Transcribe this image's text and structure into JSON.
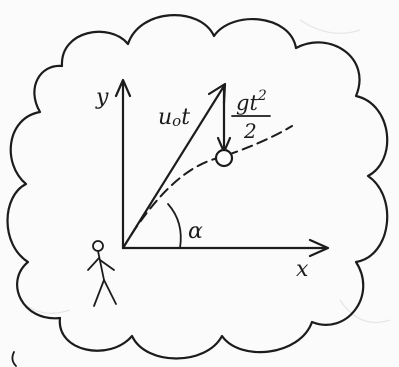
{
  "labels": {
    "y_axis": "y",
    "x_axis": "x",
    "velocity_term_base": "u",
    "velocity_term_sub": "o",
    "velocity_term_tail": "t",
    "gravity_num_g": "g",
    "gravity_num_t": "t",
    "gravity_num_exp": "2",
    "gravity_den": "2",
    "angle": "α"
  },
  "colors": {
    "ink": "#1c1c1c",
    "paper": "#fbfbfb"
  },
  "icons": {
    "cloud": "thought-cloud-outline",
    "person": "stick-figure-icon",
    "ball": "projectile-ball-icon"
  }
}
